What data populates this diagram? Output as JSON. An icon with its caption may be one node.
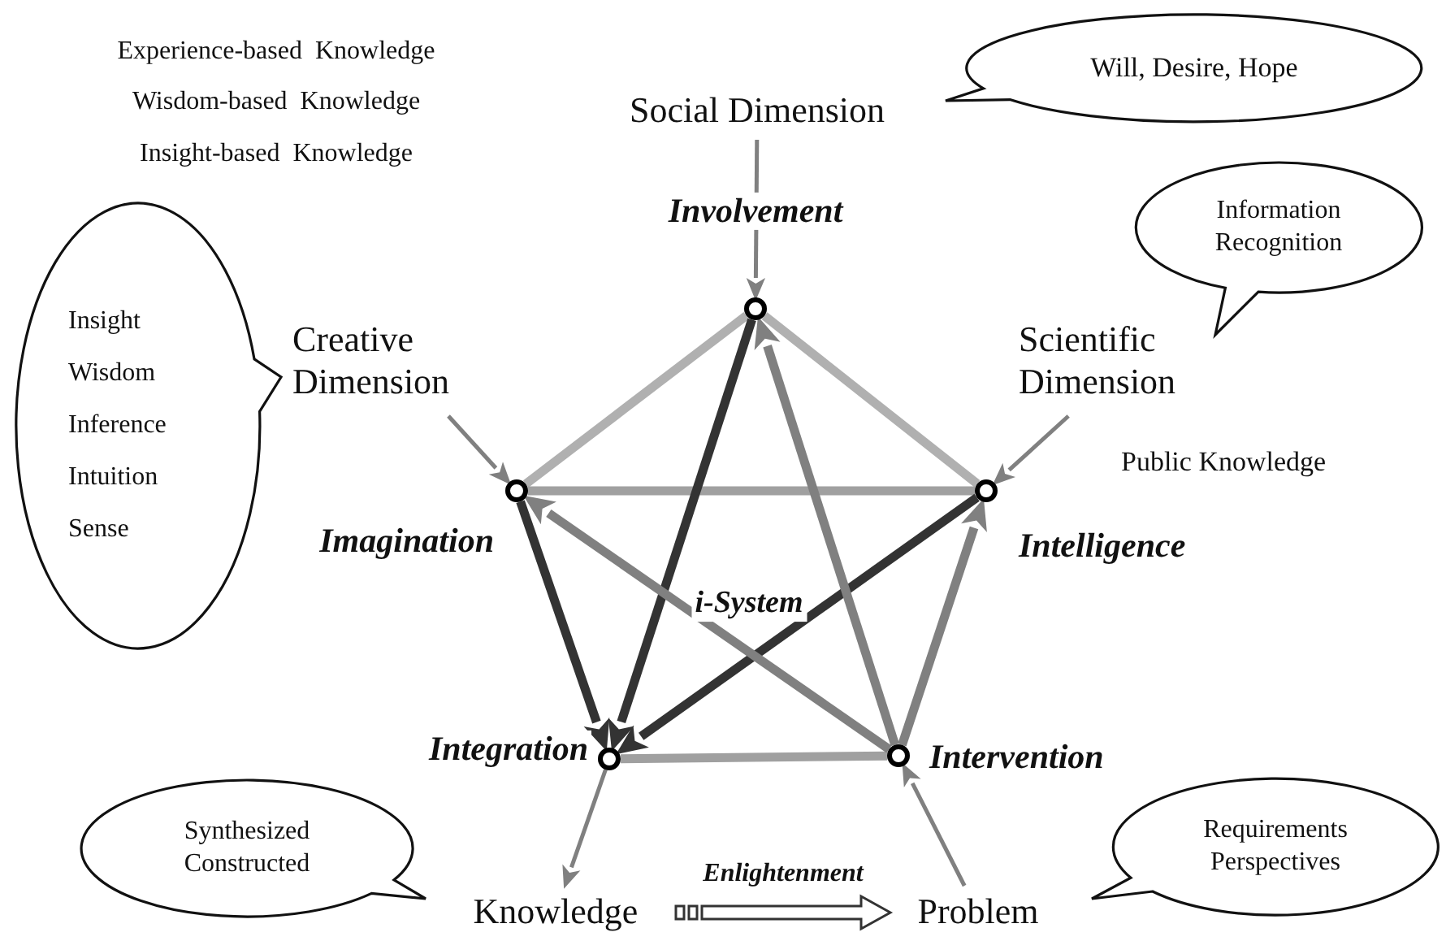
{
  "diagram": {
    "nodes": [
      {
        "text": [
          "Social Dimension"
        ]
      },
      {
        "text": [
          "Will, Desire, Hope"
        ]
      },
      {
        "text": [
          "Creative Dimension"
        ]
      },
      {
        "text": [
          "Insight",
          "Wisdom",
          "Inference",
          "Intuition",
          "Sense"
        ]
      },
      {
        "text": [
          "Scientific Dimension"
        ]
      },
      {
        "text": [
          "Information Recognition"
        ]
      },
      {
        "text": [],
        "shape": "circle",
        "beside": [
          "Involvement"
        ]
      },
      {
        "text": [],
        "shape": "circle",
        "beside": [
          "Imagination"
        ]
      },
      {
        "text": [],
        "shape": "circle",
        "beside": [
          "Intelligence"
        ]
      },
      {
        "text": [],
        "shape": "circle",
        "beside": [
          "Integration"
        ]
      },
      {
        "text": [],
        "shape": "circle",
        "beside": [
          "Intervention"
        ]
      },
      {
        "text": [
          "Synthesized Constructed"
        ]
      },
      {
        "text": [
          "Knowledge"
        ]
      },
      {
        "text": [
          "Problem"
        ]
      },
      {
        "text": [
          "Requirements Perspectives"
        ]
      }
    ],
    "edges": [
      {
        "from": 0,
        "to": 6,
        "arrow": "to"
      },
      {
        "from": 2,
        "to": 7,
        "arrow": "to"
      },
      {
        "from": 4,
        "to": 8,
        "arrow": "to"
      },
      {
        "from": 6,
        "to": 8,
        "arrow": "none",
        "color": "#b0b0b0"
      },
      {
        "from": 6,
        "to": 7,
        "arrow": "none",
        "color": "#b0b0b0"
      },
      {
        "from": 7,
        "to": 8,
        "arrow": "none",
        "color": "#a0a0a0"
      },
      {
        "from": 9,
        "to": 10,
        "arrow": "none",
        "color": "#a0a0a0"
      },
      {
        "from": 6,
        "to": 9,
        "arrow": "to",
        "color": "#333333"
      },
      {
        "from": 7,
        "to": 9,
        "arrow": "to",
        "color": "#333333"
      },
      {
        "from": 8,
        "to": 9,
        "arrow": "to",
        "color": "#333333"
      },
      {
        "from": 10,
        "to": 6,
        "arrow": "to"
      },
      {
        "from": 10,
        "to": 7,
        "arrow": "to"
      },
      {
        "from": 10,
        "to": 8,
        "arrow": "to"
      },
      {
        "from": 9,
        "to": 12,
        "arrow": "to"
      },
      {
        "from": 13,
        "to": 10,
        "arrow": "to"
      },
      {
        "from": 12,
        "to": 13,
        "arrow": "to",
        "label": "Enlightenment"
      }
    ],
    "labels": [
      "Experience-based  Knowledge",
      "Wisdom-based  Knowledge",
      "Insight-based  Knowledge",
      "Public Knowledge",
      "i-System"
    ]
  }
}
